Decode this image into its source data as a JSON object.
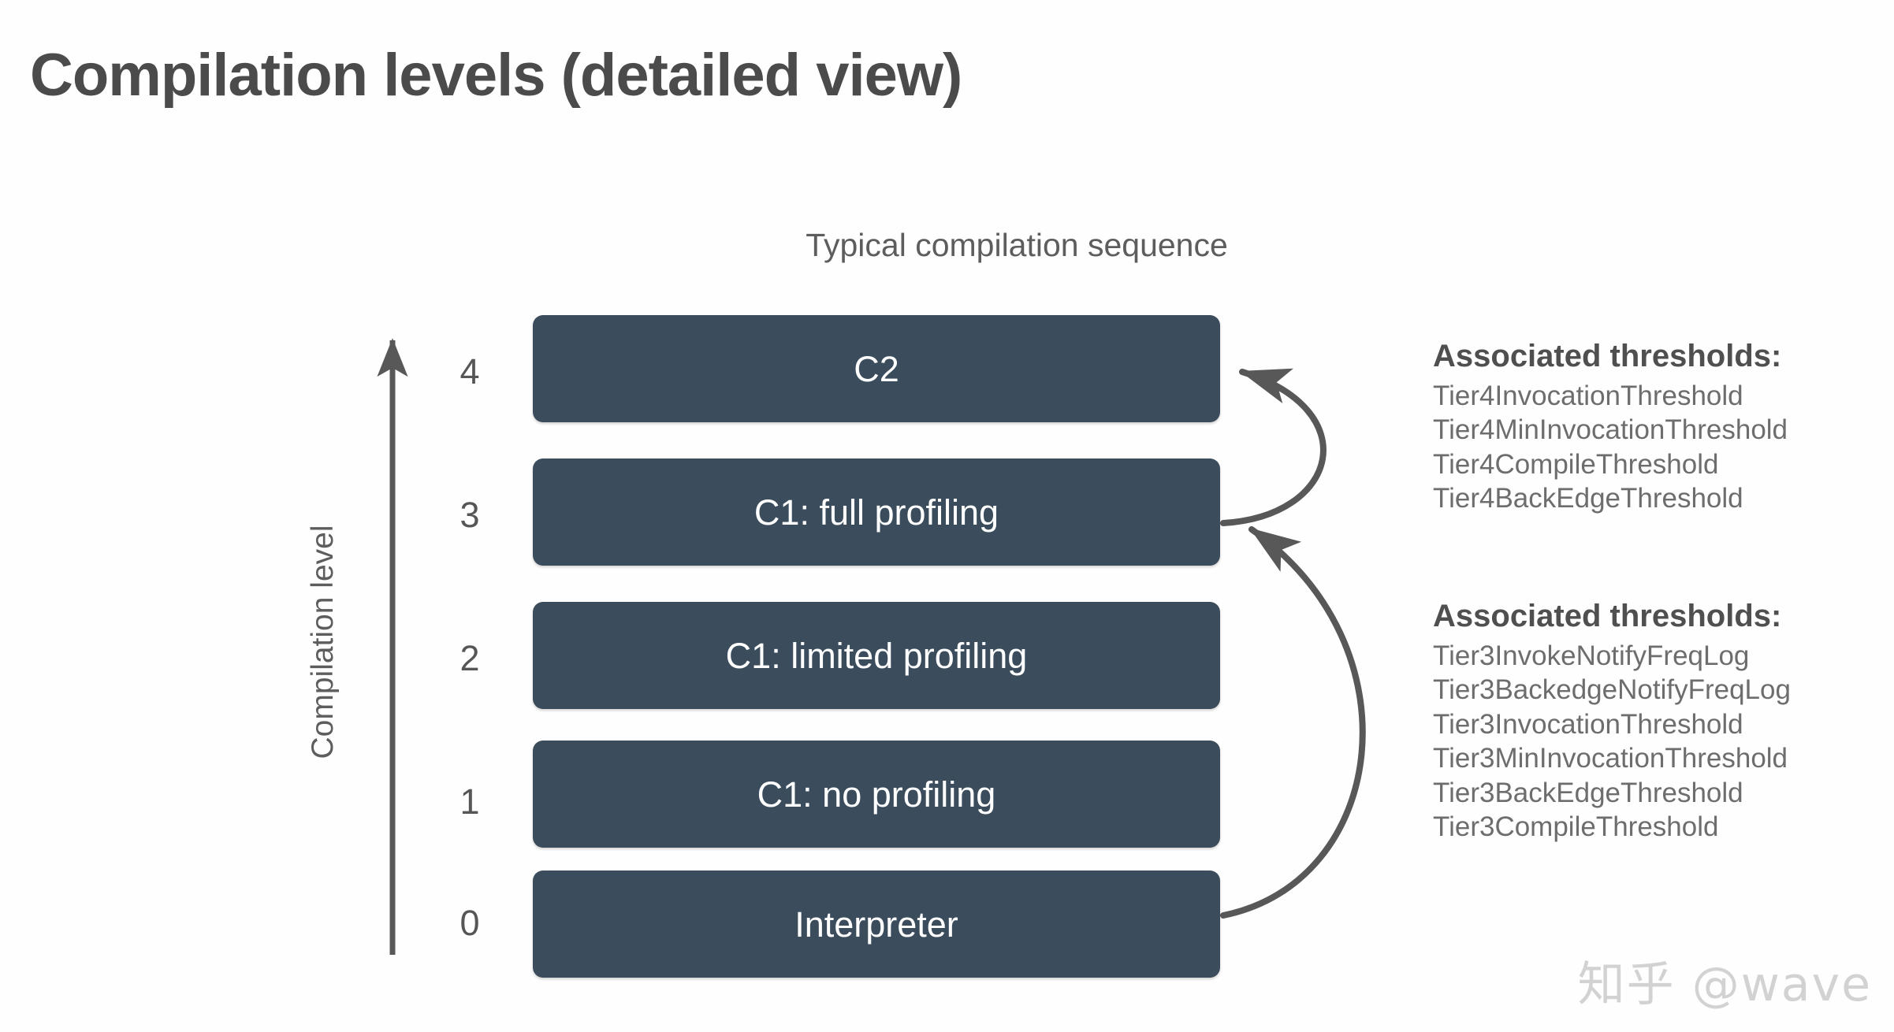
{
  "slide": {
    "title": "Compilation levels (detailed view)",
    "sequence_caption": "Typical compilation sequence",
    "axis_label": "Compilation level",
    "box_color": "#3b4d5c",
    "text_color": "#4b4b4b",
    "arrow_color": "#585858"
  },
  "levels": [
    {
      "number": "4",
      "label": "C2"
    },
    {
      "number": "3",
      "label": "C1: full profiling"
    },
    {
      "number": "2",
      "label": "C1: limited profiling"
    },
    {
      "number": "1",
      "label": "C1: no profiling"
    },
    {
      "number": "0",
      "label": "Interpreter"
    }
  ],
  "threshold_blocks": [
    {
      "heading": "Associated thresholds:",
      "items": [
        "Tier4InvocationThreshold",
        "Tier4MinInvocationThreshold",
        "Tier4CompileThreshold",
        "Tier4BackEdgeThreshold"
      ]
    },
    {
      "heading": "Associated thresholds:",
      "items": [
        "Tier3InvokeNotifyFreqLog",
        "Tier3BackedgeNotifyFreqLog",
        "Tier3InvocationThreshold",
        "Tier3MinInvocationThreshold",
        "Tier3BackEdgeThreshold",
        "Tier3CompileThreshold"
      ]
    }
  ],
  "watermark": "知乎 @wave"
}
